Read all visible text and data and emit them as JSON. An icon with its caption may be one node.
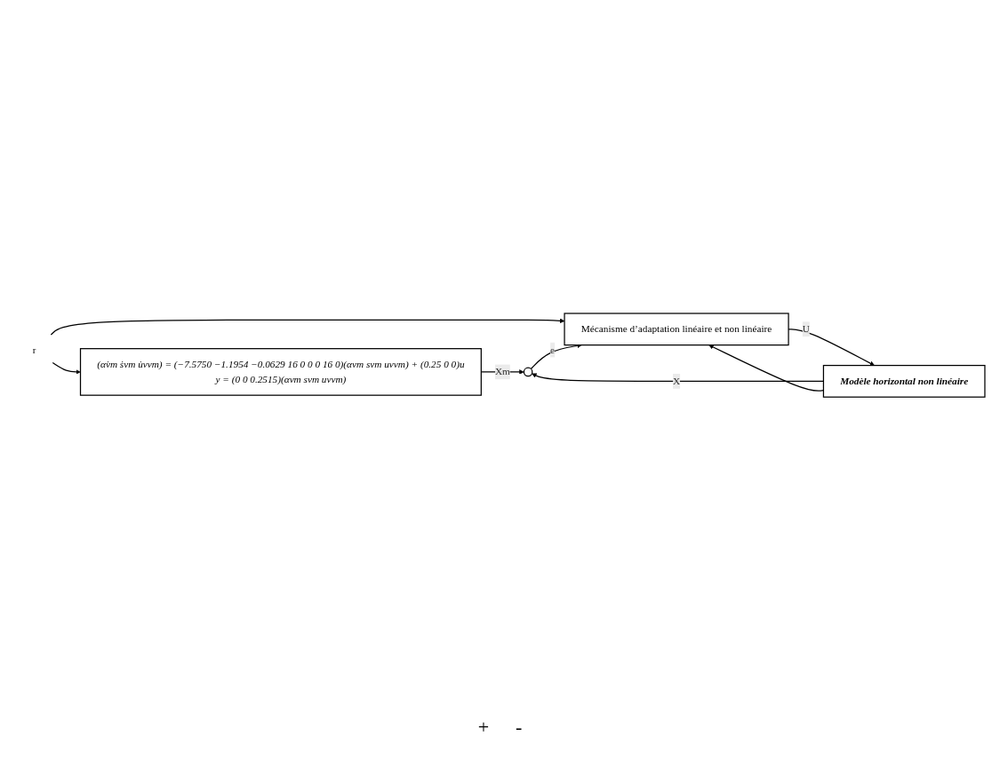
{
  "diagram": {
    "nodes": [
      {
        "text": [
          "(α̇vm ṡvm u̇vvm) = (−7.5750 −1.1954 −0.0629 16 0 0 0 16 0)(αvm svm uvvm) + (0.25 0 0)u",
          "y = (0 0 0.2515)(αvm svm uvvm)"
        ]
      },
      {
        "text": [
          "r"
        ]
      },
      {
        "text": [],
        "shape": "circle"
      },
      {
        "text": [
          "Mécanisme d’adaptation linéaire et non linéaire"
        ]
      },
      {
        "text": [
          "Modèle horizontal non linéaire"
        ]
      }
    ],
    "edges": [
      {
        "from": 1,
        "to": 0,
        "arrow": "to"
      },
      {
        "from": 1,
        "to": 3,
        "arrow": "to"
      },
      {
        "from": 0,
        "to": 2,
        "label": "Xm",
        "arrow": "to"
      },
      {
        "from": 2,
        "to": 3,
        "label": "e",
        "arrow": "to"
      },
      {
        "from": 3,
        "to": 4,
        "label": "U",
        "arrow": "to"
      },
      {
        "from": 4,
        "to": 2,
        "label": "X",
        "arrow": "to"
      },
      {
        "from": 4,
        "to": 3,
        "arrow": "to"
      }
    ],
    "labels": [
      "+",
      "-"
    ]
  }
}
